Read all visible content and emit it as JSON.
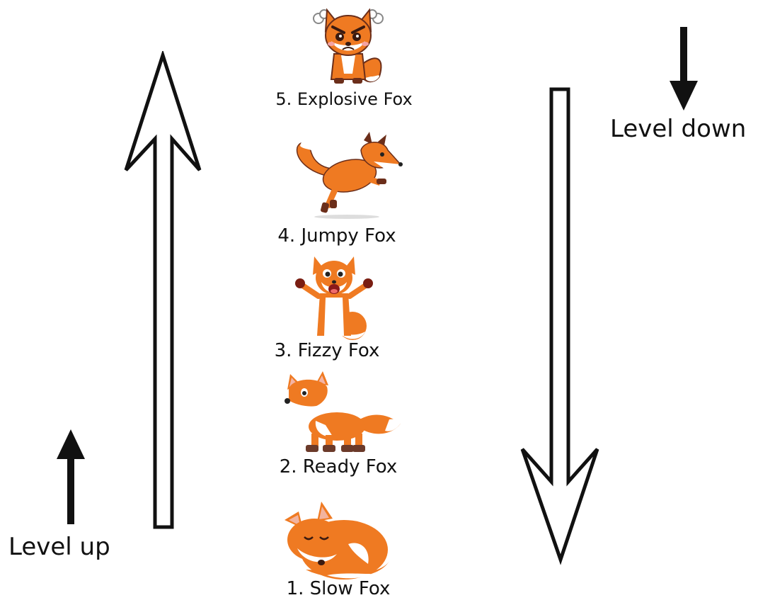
{
  "level_up": {
    "label": "Level up"
  },
  "level_down": {
    "label": "Level down"
  },
  "levels": [
    {
      "label": "5. Explosive Fox",
      "icon": "angry-fox-icon"
    },
    {
      "label": "4. Jumpy Fox",
      "icon": "jumping-fox-icon"
    },
    {
      "label": "3. Fizzy Fox",
      "icon": "excited-fox-icon"
    },
    {
      "label": "2. Ready Fox",
      "icon": "standing-fox-icon"
    },
    {
      "label": "1. Slow Fox",
      "icon": "sleeping-fox-icon"
    }
  ],
  "colors": {
    "fox_orange": "#ef7a22",
    "fox_dark": "#6b2e1a",
    "fox_white": "#ffffff",
    "arrow_stroke": "#111111"
  }
}
